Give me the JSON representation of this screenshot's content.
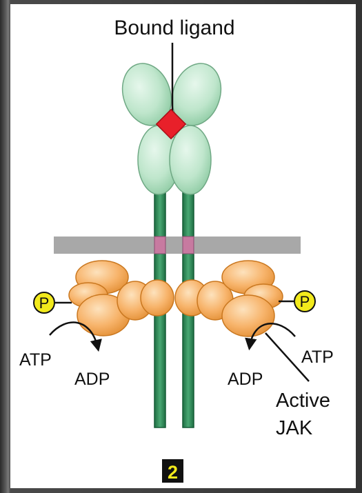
{
  "labels": {
    "bound_ligand": "Bound ligand",
    "atp_left": "ATP",
    "adp_left": "ADP",
    "atp_right": "ATP",
    "adp_right": "ADP",
    "active": "Active",
    "jak": "JAK",
    "phosphate": "P",
    "step_number": "2"
  },
  "colors": {
    "receptor_domain": "#bfe6cc",
    "receptor_stalk": "#2e8b57",
    "ligand": "#e8202a",
    "membrane": "#a8a8a8",
    "tm_segment": "#c77aa0",
    "jak": "#f7b36a",
    "phosphate": "#f2ea1c",
    "step_badge": "#111111",
    "step_text": "#f2ea1c"
  },
  "icons": [
    "ligand-diamond-icon",
    "phosphate-icon",
    "reaction-arrow-icon"
  ]
}
